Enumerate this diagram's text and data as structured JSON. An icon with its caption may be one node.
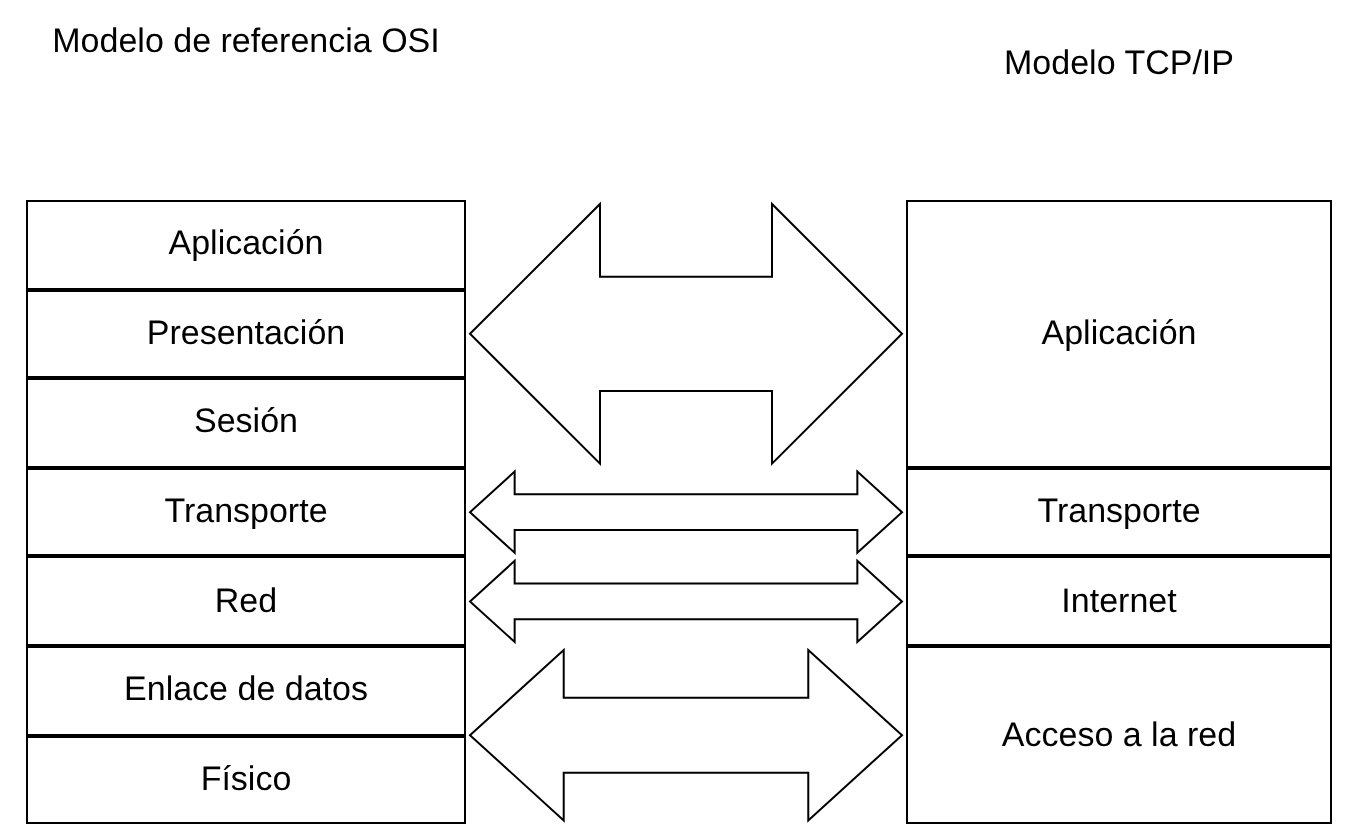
{
  "diagram": {
    "nodes": [
      {
        "text": [
          "Aplicación"
        ]
      },
      {
        "text": [
          "Presentación"
        ]
      },
      {
        "text": [
          "Sesión"
        ]
      },
      {
        "text": [
          "Transporte"
        ]
      },
      {
        "text": [
          "Red"
        ]
      },
      {
        "text": [
          "Enlace de datos"
        ]
      },
      {
        "text": [
          "Físico"
        ]
      },
      {
        "text": [
          "Aplicación"
        ]
      },
      {
        "text": [
          "Transporte"
        ]
      },
      {
        "text": [
          "Internet"
        ]
      },
      {
        "text": [
          "Acceso a la red"
        ]
      }
    ],
    "edges": [
      {
        "from": 0,
        "to": 7,
        "arrow": "both"
      },
      {
        "from": 1,
        "to": 7,
        "arrow": "both"
      },
      {
        "from": 2,
        "to": 7,
        "arrow": "both"
      },
      {
        "from": 3,
        "to": 8,
        "arrow": "both"
      },
      {
        "from": 4,
        "to": 9,
        "arrow": "both"
      },
      {
        "from": 5,
        "to": 10,
        "arrow": "both"
      },
      {
        "from": 6,
        "to": 10,
        "arrow": "both"
      }
    ],
    "labels": [
      "Modelo de referencia OSI",
      "Modelo TCP/IP"
    ]
  }
}
